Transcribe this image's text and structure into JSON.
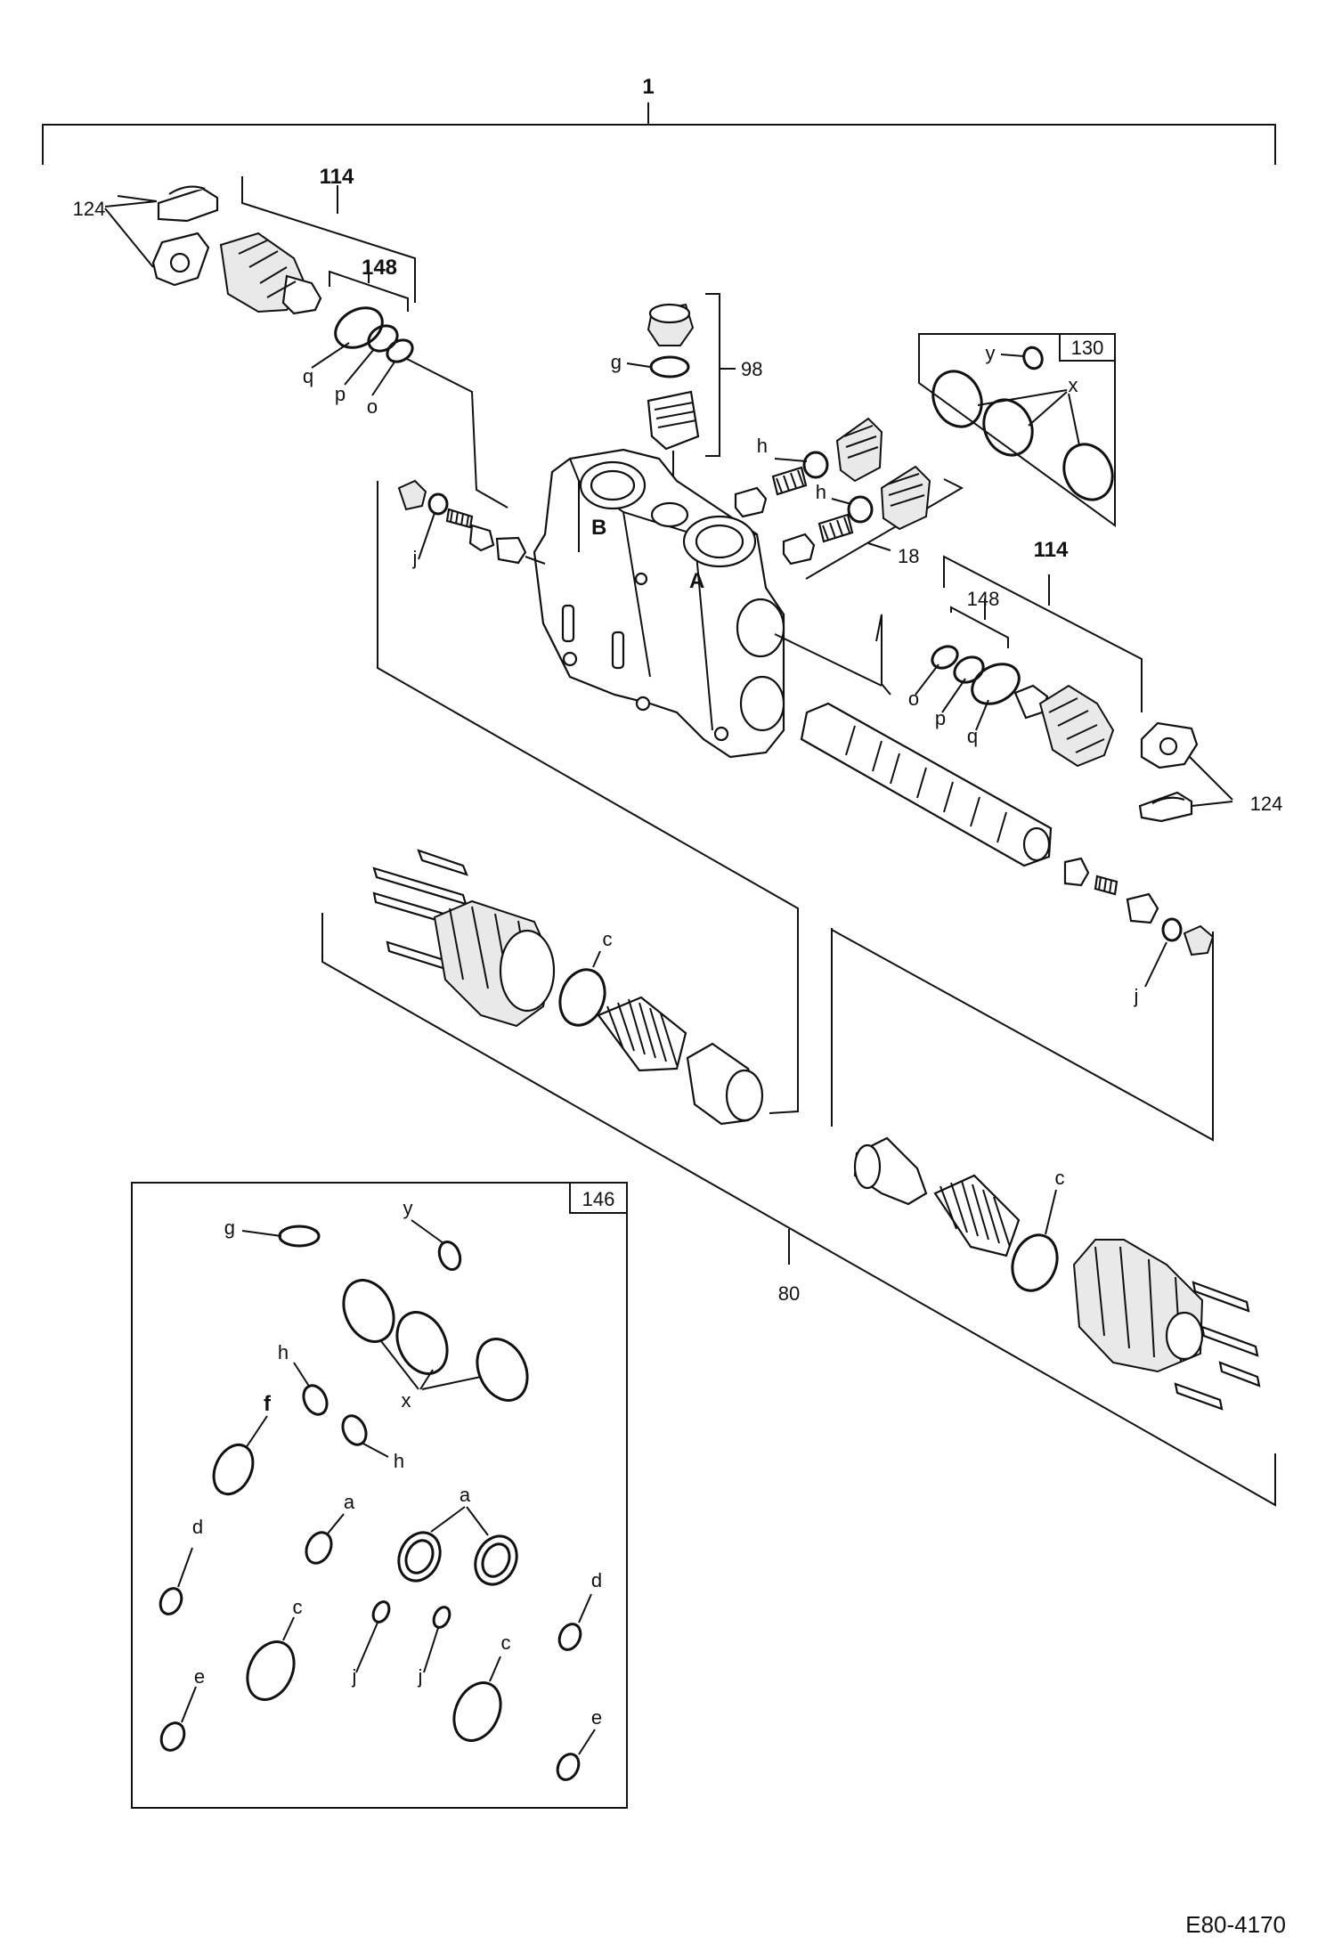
{
  "labels": {
    "assembly": "1",
    "relief_valve_a": "114",
    "relief_valve_b": "114",
    "cap_a": "124",
    "cap_b": "124",
    "seal_set_a": "148",
    "seal_set_b": "148",
    "plug": "98",
    "check_valve": "18",
    "kit_box": "130",
    "seal_kit": "146",
    "spool_asm": "80",
    "port_a": "A",
    "port_b": "B",
    "g": "g",
    "h1": "h",
    "h2": "h",
    "j1": "j",
    "j2": "j",
    "o1": "o",
    "p1": "p",
    "q1": "q",
    "o2": "o",
    "p2": "p",
    "q2": "q",
    "c1": "c",
    "c2": "c",
    "y130": "y",
    "x130": "x",
    "k_g": "g",
    "k_y": "y",
    "k_x": "x",
    "k_h1": "h",
    "k_h2": "h",
    "k_f": "f",
    "k_a1": "a",
    "k_a2": "a",
    "k_d1": "d",
    "k_d2": "d",
    "k_c1": "c",
    "k_c2": "c",
    "k_j1": "j",
    "k_j2": "j",
    "k_e1": "e",
    "k_e2": "e"
  },
  "footer": {
    "drawing_id": "E80-4170"
  }
}
